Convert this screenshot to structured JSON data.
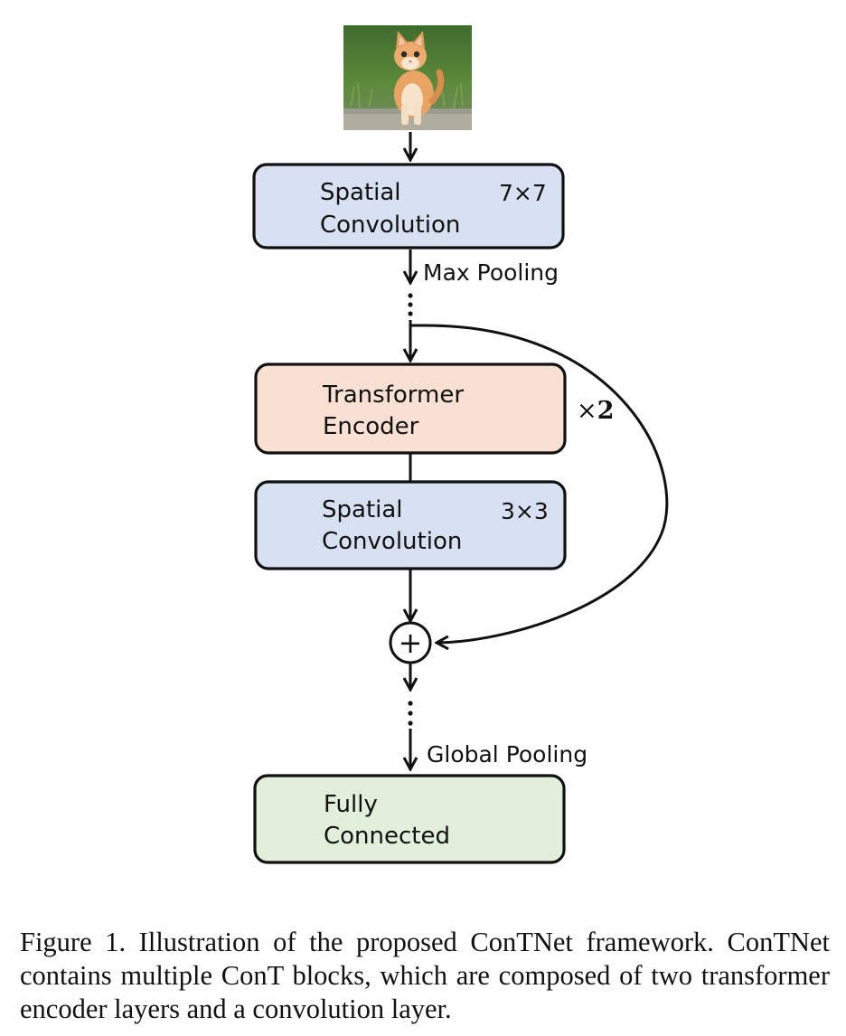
{
  "blocks": {
    "spatial_conv_1": {
      "line1": "Spatial",
      "line2": "Convolution",
      "kernel": "7×7",
      "fill": "#d8e1f1"
    },
    "transformer": {
      "line1": "Transformer",
      "line2": "Encoder",
      "fill": "#f8e0d2"
    },
    "spatial_conv_2": {
      "line1": "Spatial",
      "line2": "Convolution",
      "kernel": "3×3",
      "fill": "#d8e1f1"
    },
    "fully_connected": {
      "line1": "Fully",
      "line2": "Connected",
      "fill": "#e2efdb"
    }
  },
  "edges": {
    "max_pooling": "Max Pooling",
    "global_pooling": "Global Pooling"
  },
  "repeat": {
    "times": "×",
    "count": "2"
  },
  "add_node": {
    "symbol": "+"
  },
  "input_image": {
    "subject": "kitten"
  },
  "caption": "Figure 1. Illustration of the proposed ConTNet framework. ConTNet contains multiple ConT blocks, which are composed of two transformer encoder layers and a convolution layer."
}
